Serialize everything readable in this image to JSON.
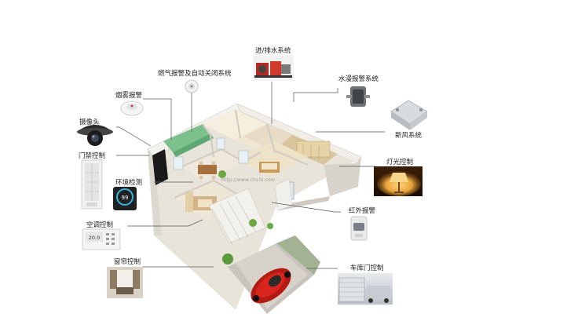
{
  "watermark": "http://www.chs3i.com",
  "labels": {
    "water_supply": "进/排水系统",
    "gas_alarm": "燃气报警及自动关闭系统",
    "water_leak": "水漫报警系统",
    "smoke_alarm": "烟雾报警",
    "camera": "摄像头",
    "fresh_air": "新风系统",
    "access_control": "门禁控制",
    "lighting": "灯光控制",
    "env_monitor": "环境检测",
    "infrared_alarm": "红外报警",
    "ac_control": "空调控制",
    "curtain_control": "窗帘控制",
    "garage_door": "车库门控制"
  },
  "devices": {
    "env_panel_reading": "99",
    "ac_panel_reading": "20.0"
  },
  "colors": {
    "leader_line": "#555555",
    "car": "#d8241c",
    "lamp_glow": "#e8a43a"
  }
}
